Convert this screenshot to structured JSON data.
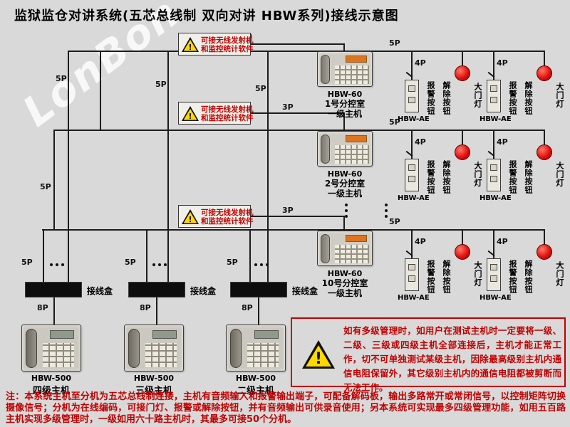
{
  "title": "监狱监仓对讲系统(五芯总线制 双向对讲 HBW系列)接线示意图",
  "watermark": "LonBon",
  "warning_mark": "!",
  "wire_labels": {
    "p3": "3P",
    "p4": "4P",
    "p5": "5P",
    "p8": "8P"
  },
  "wireless_note": {
    "line1": "可接无线发射机",
    "line2": "和监控统计软件"
  },
  "masters": [
    {
      "model": "HBW-60",
      "room": "1号分控室",
      "level": "一级主机"
    },
    {
      "model": "HBW-60",
      "room": "2号分控室",
      "level": "一级主机"
    },
    {
      "model": "HBW-60",
      "room": "10号分控室",
      "level": "一级主机"
    }
  ],
  "extension": {
    "model": "HBW-AE",
    "alarm_button": "报警按钮",
    "release_button": "解除按钮",
    "gate_lamp": "大门灯"
  },
  "junction_box_label": "接线盒",
  "sub_masters": [
    {
      "model": "HBW-500",
      "level": "四级主机"
    },
    {
      "model": "HBW-500",
      "level": "三级主机"
    },
    {
      "model": "HBW-500",
      "level": "二级主机"
    }
  ],
  "warning_panel_text": "如有多级管理时，如用户在测试主机时一定要将一级、二级、三级或四级主机全部连接后，主机才能正常工作，切不可单独测试某级主机，因除最高级别主机内通信电阻保留外，其它级别主机内的通信电阻都被剪断而无法工作。",
  "footer_note": "注：本系统主机至分机为五芯总线制连接，主机有音频输入和报警输出端子，可配备解码板，输出多路常开或常闭信号，以控制矩阵切换摄像信号；分机为在线编码，可接门灯、报警或解除按钮，并有音频输出可供录音使用；另本系统可实现最多四级管理功能，如用五百路主机实现多级管理时，一级如用六十路主机时，其最多可接50个分机。",
  "colors": {
    "background": "#d9d9d9",
    "note_red": "#c00000",
    "warning_yellow": "#ffd800",
    "lamp_red": "#e31111"
  }
}
